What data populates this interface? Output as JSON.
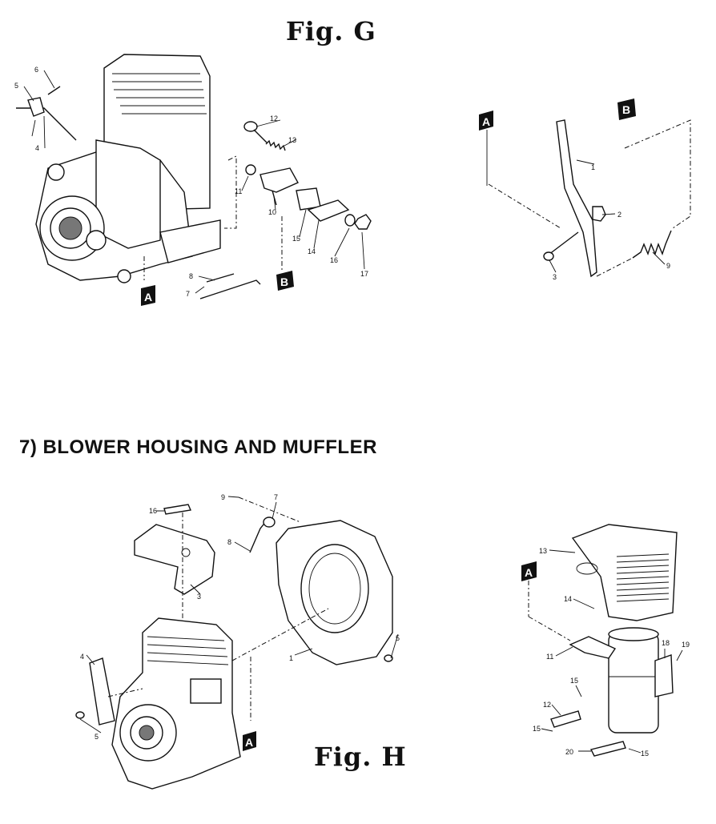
{
  "fig_g": {
    "title": "Fig. G",
    "tags": [
      "A",
      "B"
    ],
    "callouts": [
      "1",
      "2",
      "3",
      "4",
      "5",
      "6",
      "7",
      "8",
      "9",
      "10",
      "11",
      "12",
      "13",
      "14",
      "15",
      "16",
      "17"
    ]
  },
  "section": {
    "title": "7) BLOWER HOUSING AND MUFFLER"
  },
  "fig_h": {
    "title": "Fig. H",
    "tags": [
      "A"
    ],
    "callouts": [
      "1",
      "3",
      "4",
      "5",
      "7",
      "8",
      "9",
      "11",
      "12",
      "13",
      "14",
      "15",
      "16",
      "18",
      "19",
      "20"
    ]
  }
}
